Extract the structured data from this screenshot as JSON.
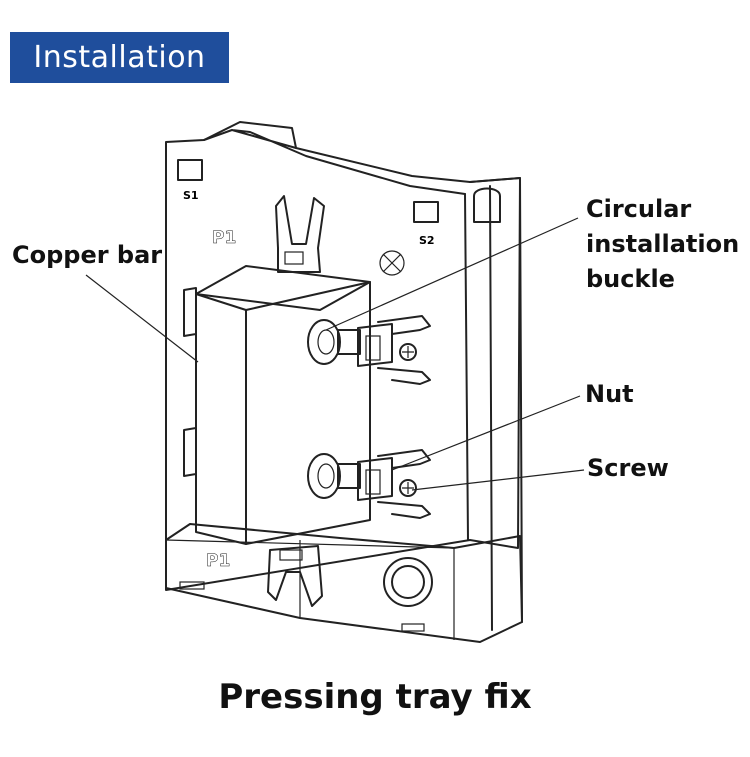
{
  "header": {
    "title": "Installation"
  },
  "labels": {
    "copper_bar": "Copper bar",
    "buckle": [
      "Circular",
      "installation",
      "buckle"
    ],
    "nut": "Nut",
    "screw": "Screw"
  },
  "device_markings": {
    "s1": "S1",
    "s2": "S2",
    "p1_top": "P1",
    "p1_bottom": "P1"
  },
  "caption": "Pressing tray fix",
  "colors": {
    "badge_bg": "#1f4e9c",
    "badge_text": "#ffffff",
    "line": "#222222"
  }
}
